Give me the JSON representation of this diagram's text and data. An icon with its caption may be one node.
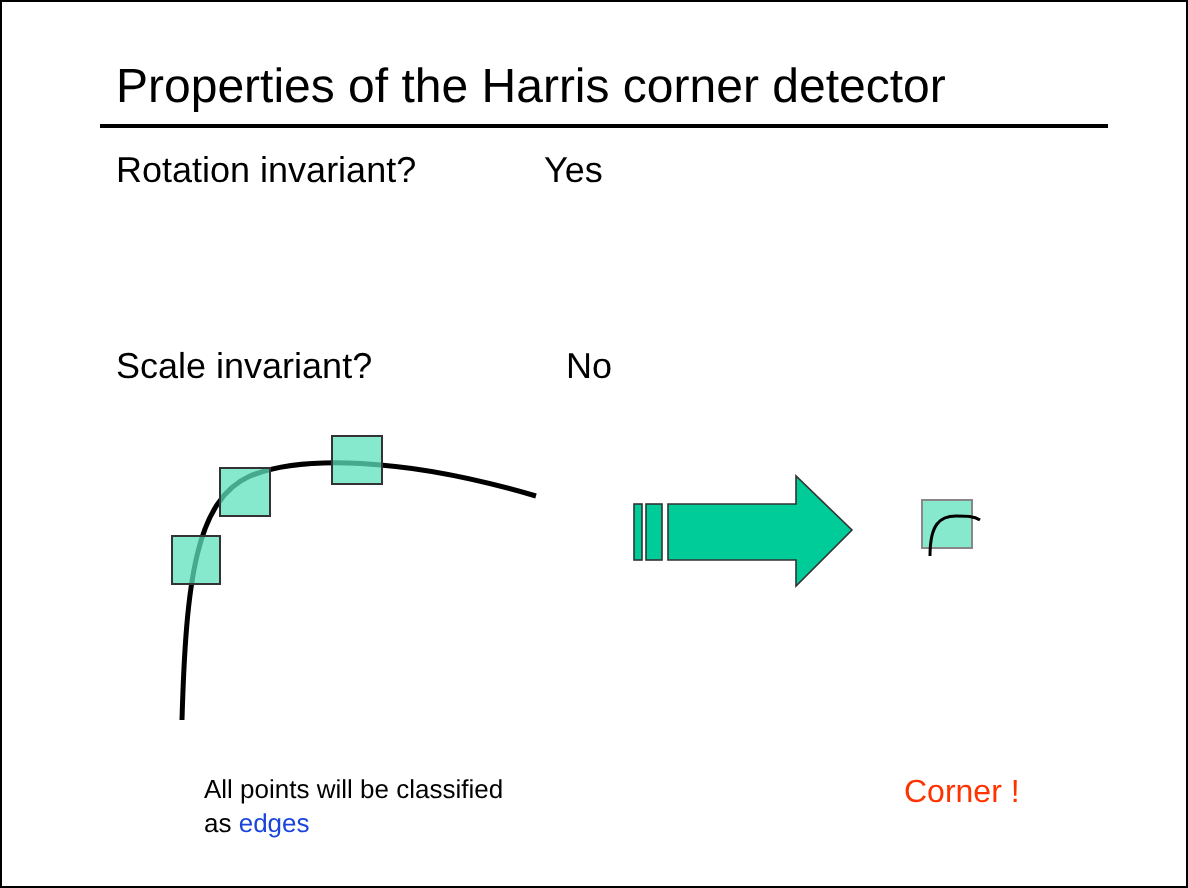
{
  "diagram": {
    "title": "Properties of the Harris corner detector",
    "labels": [
      "Rotation invariant?",
      "Yes",
      "Scale invariant?",
      "No",
      "All points will be classified as edges",
      "Corner !"
    ]
  }
}
